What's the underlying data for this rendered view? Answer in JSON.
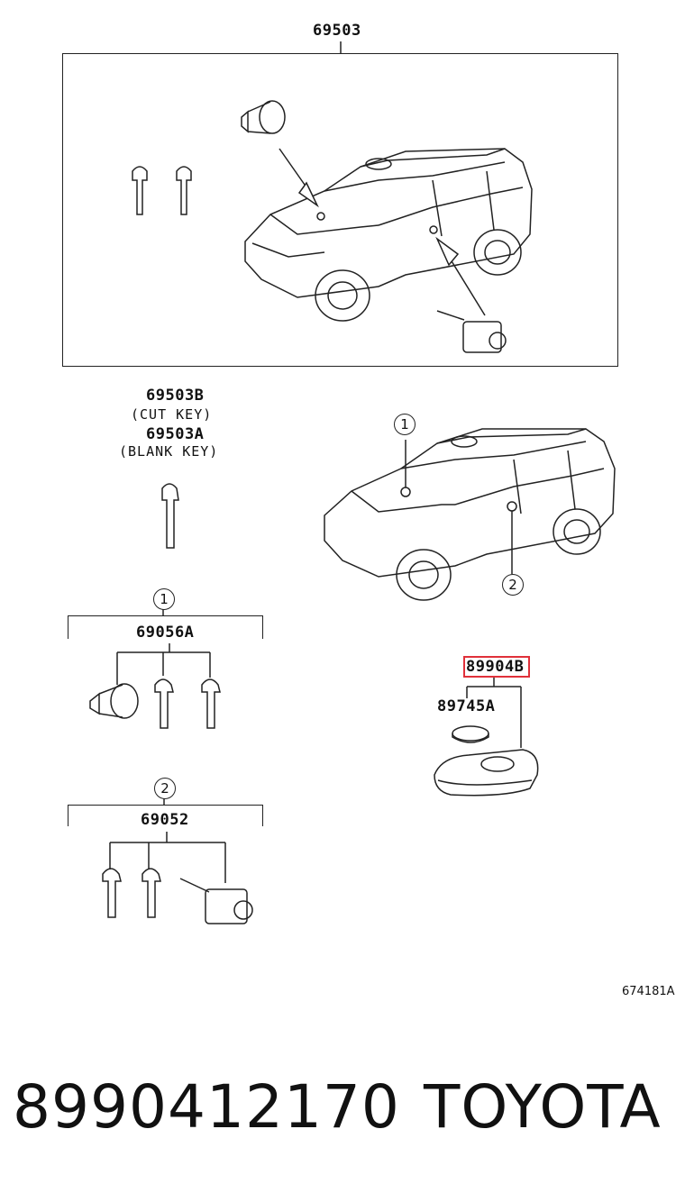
{
  "top_assembly": {
    "part": "69503"
  },
  "keys": {
    "cut_key_part": "69503B",
    "cut_key_desc": "(CUT KEY)",
    "blank_key_part": "69503A",
    "blank_key_desc": "(BLANK KEY)"
  },
  "callouts": {
    "one": "1",
    "two": "2"
  },
  "group1": {
    "marker": "1",
    "part": "69056A"
  },
  "group2": {
    "marker": "2",
    "part": "69052"
  },
  "remote": {
    "transmitter_part": "89904B",
    "battery_part": "89745A"
  },
  "ref_code": "674181A",
  "footer": {
    "part_number": "8990412170",
    "brand": "TOYOTA"
  }
}
